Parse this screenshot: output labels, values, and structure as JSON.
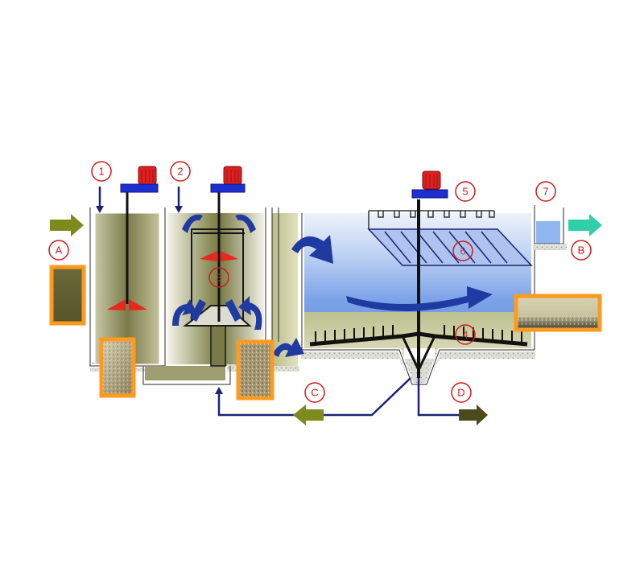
{
  "labels": {
    "n1": "1",
    "n2": "2",
    "n3": "3",
    "n4": "4",
    "n5": "5",
    "n6": "6",
    "n7": "7",
    "A": "A",
    "B": "B",
    "C": "C",
    "D": "D"
  },
  "colors": {
    "label_red": "#d11a1a",
    "motor_red": "#e02020",
    "motor_blue": "#1d2fd0",
    "paddle_red": "#e8281e",
    "flow_olive": "#7d8a1c",
    "flow_teal": "#2fd0a8",
    "pipe_navy": "#1a2477",
    "sample_orange": "#ff9a1f",
    "water_blue": "#6f9ce6"
  },
  "icons": {
    "motor": "motor-icon",
    "mixer": "paddle-mixer-icon",
    "flow": "flow-arrow-icon",
    "sample": "sample-photo-icon"
  }
}
